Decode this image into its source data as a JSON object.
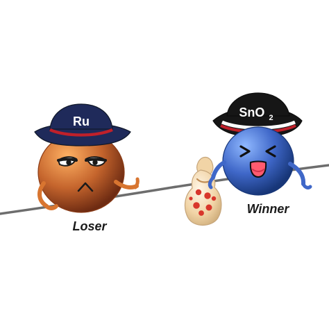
{
  "characters": {
    "loser": {
      "hat_text": "Ru",
      "caption": "Loser"
    },
    "winner": {
      "hat_text_main": "SnO",
      "hat_text_sub": "2",
      "caption": "Winner"
    }
  },
  "colors": {
    "background": "#ffffff",
    "rope": "#6d6d6d",
    "hat_crown": "#1f2a5a",
    "hat_band": "#c0202a",
    "winner_hat_crown": "#161616",
    "winner_hat_brim_white": "#ffffff",
    "loser_body": "#c5652d",
    "winner_body": "#3f67c8",
    "sack": "#f1d4a6",
    "sack_dots": "#d8362b",
    "winner_mouth": "#ff5b6f"
  },
  "icons": {
    "sack": "money-sack-icon"
  }
}
